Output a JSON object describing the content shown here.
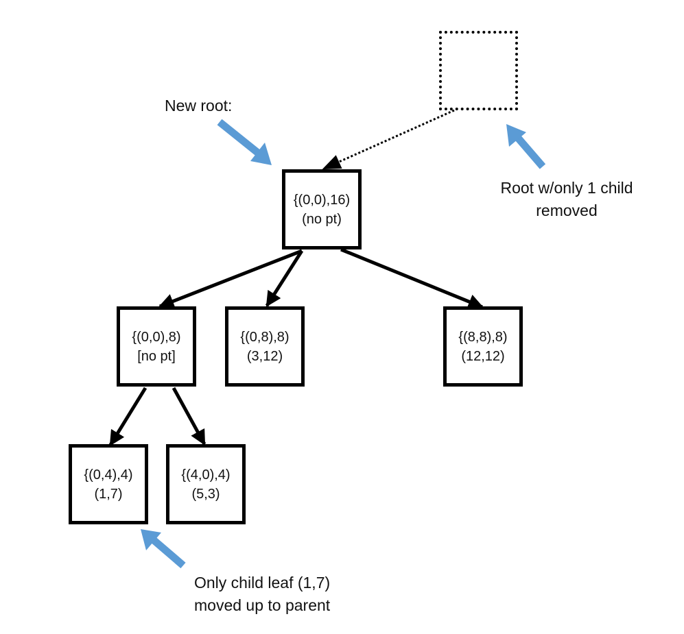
{
  "nodes": {
    "root": {
      "line1": "{(0,0),16)",
      "line2": "(no pt)"
    },
    "q00_8": {
      "line1": "{(0,0),8)",
      "line2": "[no pt]"
    },
    "q08_8": {
      "line1": "{(0,8),8)",
      "line2": "(3,12)"
    },
    "q88_8": {
      "line1": "{(8,8),8)",
      "line2": "(12,12)"
    },
    "q04_4": {
      "line1": "{(0,4),4)",
      "line2": "(1,7)"
    },
    "q40_4": {
      "line1": "{(4,0),4)",
      "line2": "(5,3)"
    }
  },
  "annotations": {
    "new_root": "New root:",
    "root_removed": {
      "line1": "Root w/only 1 child",
      "line2": "removed"
    },
    "only_child": {
      "line1": "Only child leaf (1,7)",
      "line2": "moved up to parent"
    }
  },
  "colors": {
    "pointer_arrow": "#5B9BD5",
    "edge": "#000000"
  }
}
